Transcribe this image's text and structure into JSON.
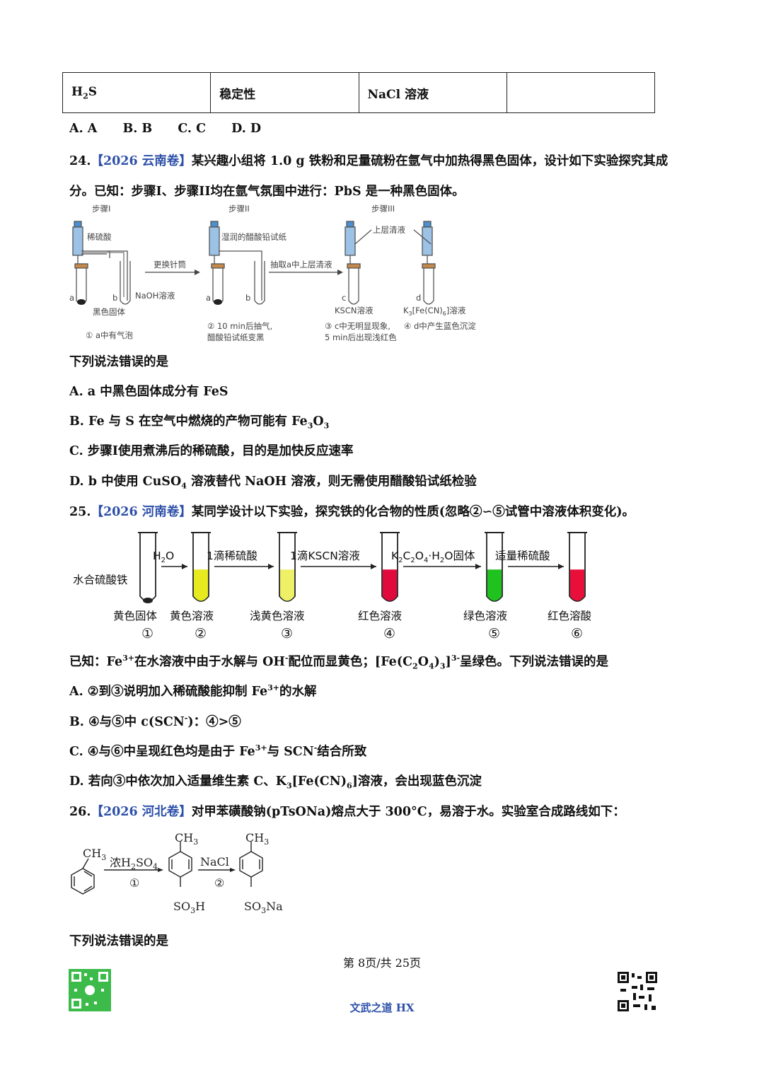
{
  "top_table": {
    "c1_main": "H",
    "c1_sub": "2",
    "c1_rest": "S",
    "c2": "稳定性",
    "c3": "NaCl 溶液",
    "c4": ""
  },
  "q23_options": [
    "A. A",
    "B. B",
    "C. C",
    "D. D"
  ],
  "q24": {
    "num": "24.",
    "source": "【2026 云南卷】",
    "stem1": "某兴趣小组将 1.0 g 铁粉和足量硫粉在氩气中加热得黑色固体，设计如下实验探究其成",
    "stem2": "分。已知：步骤I、步骤II均在氩气氛围中进行：PbS 是一种黑色固体。",
    "figure": {
      "step1": "步骤I",
      "step2": "步骤II",
      "step3": "步骤III",
      "acid": "稀硫酸",
      "paper": "湿润的醋酸铅试纸",
      "supernatant": "上层清液",
      "arrow1": "更换针筒",
      "arrow2": "抽取a中上层清液",
      "naoh": "NaOH溶液",
      "black": "黑色固体",
      "a": "a",
      "b": "b",
      "c": "c",
      "d": "d",
      "kscn": "KSCN溶液",
      "k3_pre": "K",
      "k3_s1": "3",
      "k3_mid": "[Fe(CN)",
      "k3_s2": "6",
      "k3_post": "]溶液",
      "obs1": "① a中有气泡",
      "obs2a": "② 10 min后抽气,",
      "obs2b": "醋酸铅试纸变黑",
      "obs3a": "③ c中无明显现象,",
      "obs3b": "5 min后出现浅红色",
      "obs4": "④ d中产生蓝色沉淀"
    },
    "prompt": "下列说法错误的是",
    "A": "A. a 中黑色固体成分有 FeS",
    "B_pre": "B. Fe 与 S 在空气中燃烧的产物可能有 Fe",
    "B_s1": "3",
    "B_mid": "O",
    "B_s2": "3",
    "C": "C. 步骤I使用煮沸后的稀硫酸，目的是加快反应速率",
    "D_pre": "D. b 中使用 CuSO",
    "D_s": "4",
    "D_post": " 溶液替代 NaOH 溶液，则无需使用醋酸铅试纸检验"
  },
  "q25": {
    "num": "25.",
    "source": "【2026 河南卷】",
    "stem": "某同学设计以下实验，探究铁的化合物的性质(忽略②∽⑤试管中溶液体积变化)。",
    "figure": {
      "reagent": "水合硫酸铁",
      "h2o_pre": "H",
      "h2o_s": "2",
      "h2o_post": "O",
      "r2": "1滴稀硫酸",
      "r3": "1滴KSCN溶液",
      "r4_a": "K",
      "r4_s1": "2",
      "r4_b": "C",
      "r4_s2": "2",
      "r4_c": "O",
      "r4_s3": "4",
      "r4_d": "·H",
      "r4_s4": "2",
      "r4_e": "O固体",
      "r5": "适量稀硫酸",
      "tubes": [
        "黄色固体",
        "黄色溶液",
        "浅黄色溶液",
        "红色溶液",
        "绿色溶液",
        "红色溶酸"
      ],
      "nums": [
        "①",
        "②",
        "③",
        "④",
        "⑤",
        "⑥"
      ],
      "colors": [
        "#ffffff",
        "#e6ea1e",
        "#eef066",
        "#e00a3c",
        "#1fc21f",
        "#e8103a"
      ]
    },
    "known_pre": "已知：Fe",
    "known_sup1": "3+",
    "known_mid1": "在水溶液中由于水解与 OH",
    "known_sup2": "-",
    "known_mid2": "配位而显黄色；[Fe(C",
    "known_s1": "2",
    "known_mid3": "O",
    "known_s2": "4",
    "known_mid4": ")",
    "known_s3": "3",
    "known_mid5": "]",
    "known_sup3": "3-",
    "known_post": "呈绿色。下列说法错误的是",
    "A_pre": "A. ②到③说明加入稀硫酸能抑制 Fe",
    "A_sup": "3+",
    "A_post": "的水解",
    "B_pre": "B. ④与⑤中 c(SCN",
    "B_sup": "-",
    "B_post": ")：④>⑤",
    "C_pre": "C. ④与⑥中呈现红色均是由于 Fe",
    "C_sup1": "3+",
    "C_mid": "与 SCN",
    "C_sup2": "-",
    "C_post": "结合所致",
    "D_pre": "D. 若向③中依次加入适量维生素 C、K",
    "D_s1": "3",
    "D_mid": "[Fe(CN)",
    "D_s2": "6",
    "D_post": "]溶液，会出现蓝色沉淀"
  },
  "q26": {
    "num": "26.",
    "source": "【2026 河北卷】",
    "stem": "对甲苯磺酸钠(pTsONa)熔点大于 300°C，易溶于水。实验室合成路线如下：",
    "figure": {
      "ch3": "CH",
      "ch3_s": "3",
      "r1_a": "浓H",
      "r1_s1": "2",
      "r1_b": "SO",
      "r1_s2": "4",
      "step1": "①",
      "r2": "NaCl",
      "step2": "②",
      "so3h_a": "SO",
      "so3h_s": "3",
      "so3h_b": "H",
      "so3na_a": "SO",
      "so3na_s": "3",
      "so3na_b": "Na"
    },
    "prompt": "下列说法错误的是"
  },
  "footer": {
    "page": "第 8页/共 25页",
    "brand": "文武之道 HX"
  }
}
